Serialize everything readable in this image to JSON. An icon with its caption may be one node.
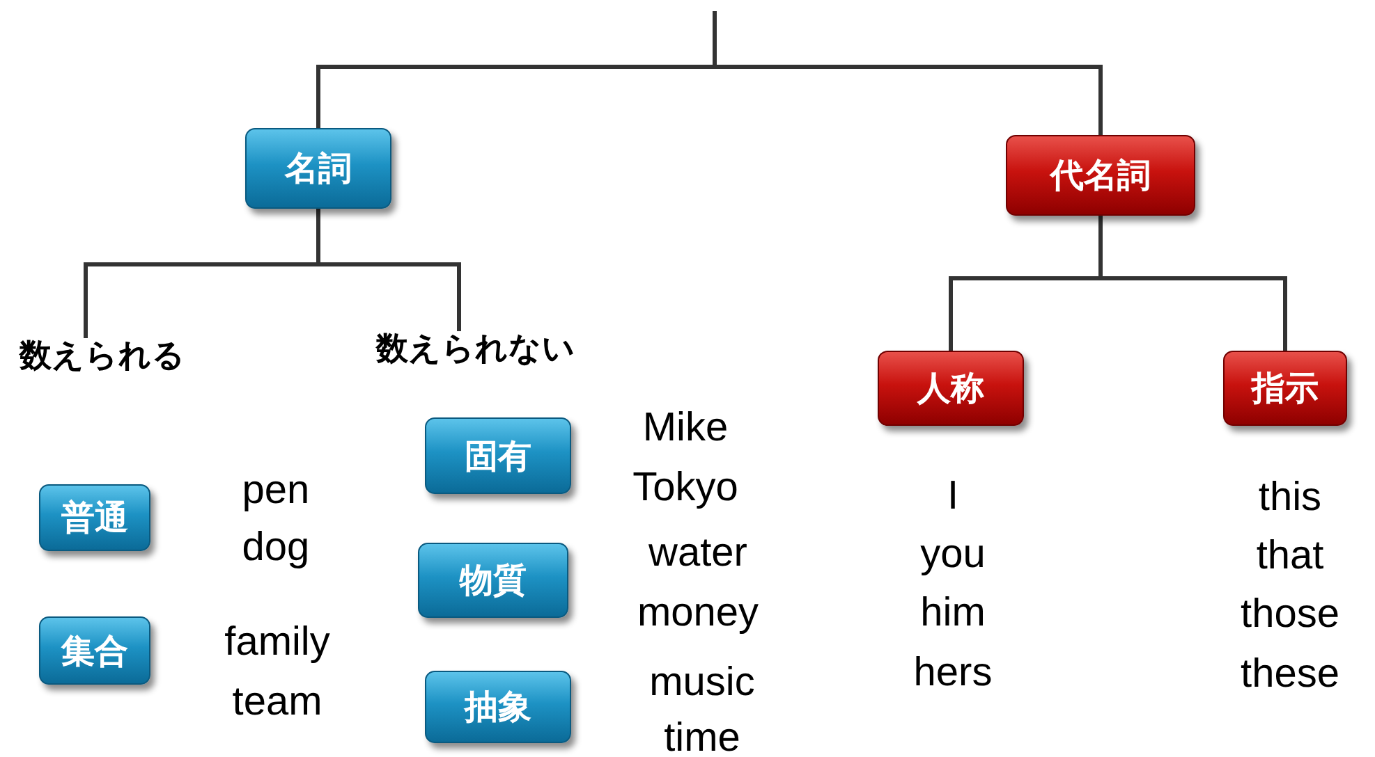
{
  "diagram": {
    "nodes": [
      {
        "text": [
          "名詞"
        ]
      },
      {
        "text": [
          "代名詞"
        ]
      },
      {
        "text": [
          "数えられる"
        ]
      },
      {
        "text": [
          "数えられない"
        ]
      },
      {
        "text": [
          "人称"
        ],
        "beside": [
          "I",
          "you",
          "him",
          "hers"
        ]
      },
      {
        "text": [
          "指示"
        ],
        "beside": [
          "this",
          "that",
          "those",
          "these"
        ]
      },
      {
        "text": [
          "普通"
        ],
        "beside": [
          "pen",
          "dog"
        ]
      },
      {
        "text": [
          "集合"
        ],
        "beside": [
          "family",
          "team"
        ]
      },
      {
        "text": [
          "固有"
        ],
        "beside": [
          "Mike",
          "Tokyo"
        ]
      },
      {
        "text": [
          "物質"
        ],
        "beside": [
          "water",
          "money"
        ]
      },
      {
        "text": [
          "抽象"
        ],
        "beside": [
          "music",
          "time"
        ]
      }
    ],
    "edges": [
      {
        "from": null,
        "to": 0,
        "arrow": "none"
      },
      {
        "from": null,
        "to": 1,
        "arrow": "none"
      },
      {
        "from": 0,
        "to": 2,
        "arrow": "none"
      },
      {
        "from": 0,
        "to": 3,
        "arrow": "none"
      },
      {
        "from": 1,
        "to": 4,
        "arrow": "none"
      },
      {
        "from": 1,
        "to": 5,
        "arrow": "none"
      }
    ]
  }
}
